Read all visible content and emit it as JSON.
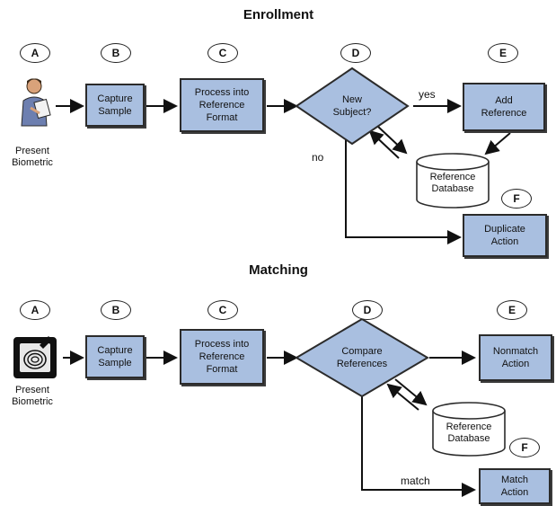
{
  "enrollment": {
    "title": "Enrollment",
    "letters": [
      "A",
      "B",
      "C",
      "D",
      "E",
      "F"
    ],
    "present_label": "Present\nBiometric",
    "capture": "Capture\nSample",
    "process": "Process into\nReference\nFormat",
    "decision": "New\nSubject?",
    "yes_label": "yes",
    "no_label": "no",
    "add": "Add\nReference",
    "database": "Reference\nDatabase",
    "duplicate": "Duplicate\nAction"
  },
  "matching": {
    "title": "Matching",
    "letters": [
      "A",
      "B",
      "C",
      "D",
      "E",
      "F"
    ],
    "present_label": "Present\nBiometric",
    "capture": "Capture\nSample",
    "process": "Process into\nReference\nFormat",
    "decision": "Compare\nReferences",
    "nonmatch": "Nonmatch\nAction",
    "database": "Reference\nDatabase",
    "match_label": "match",
    "match_action": "Match\nAction"
  },
  "colors": {
    "box_fill": "#a9bfe0",
    "outline": "#2b2b2b"
  },
  "icons": {
    "enroll_person": "person-with-clipboard-icon",
    "match_finger": "fingerprint-scanner-icon"
  }
}
